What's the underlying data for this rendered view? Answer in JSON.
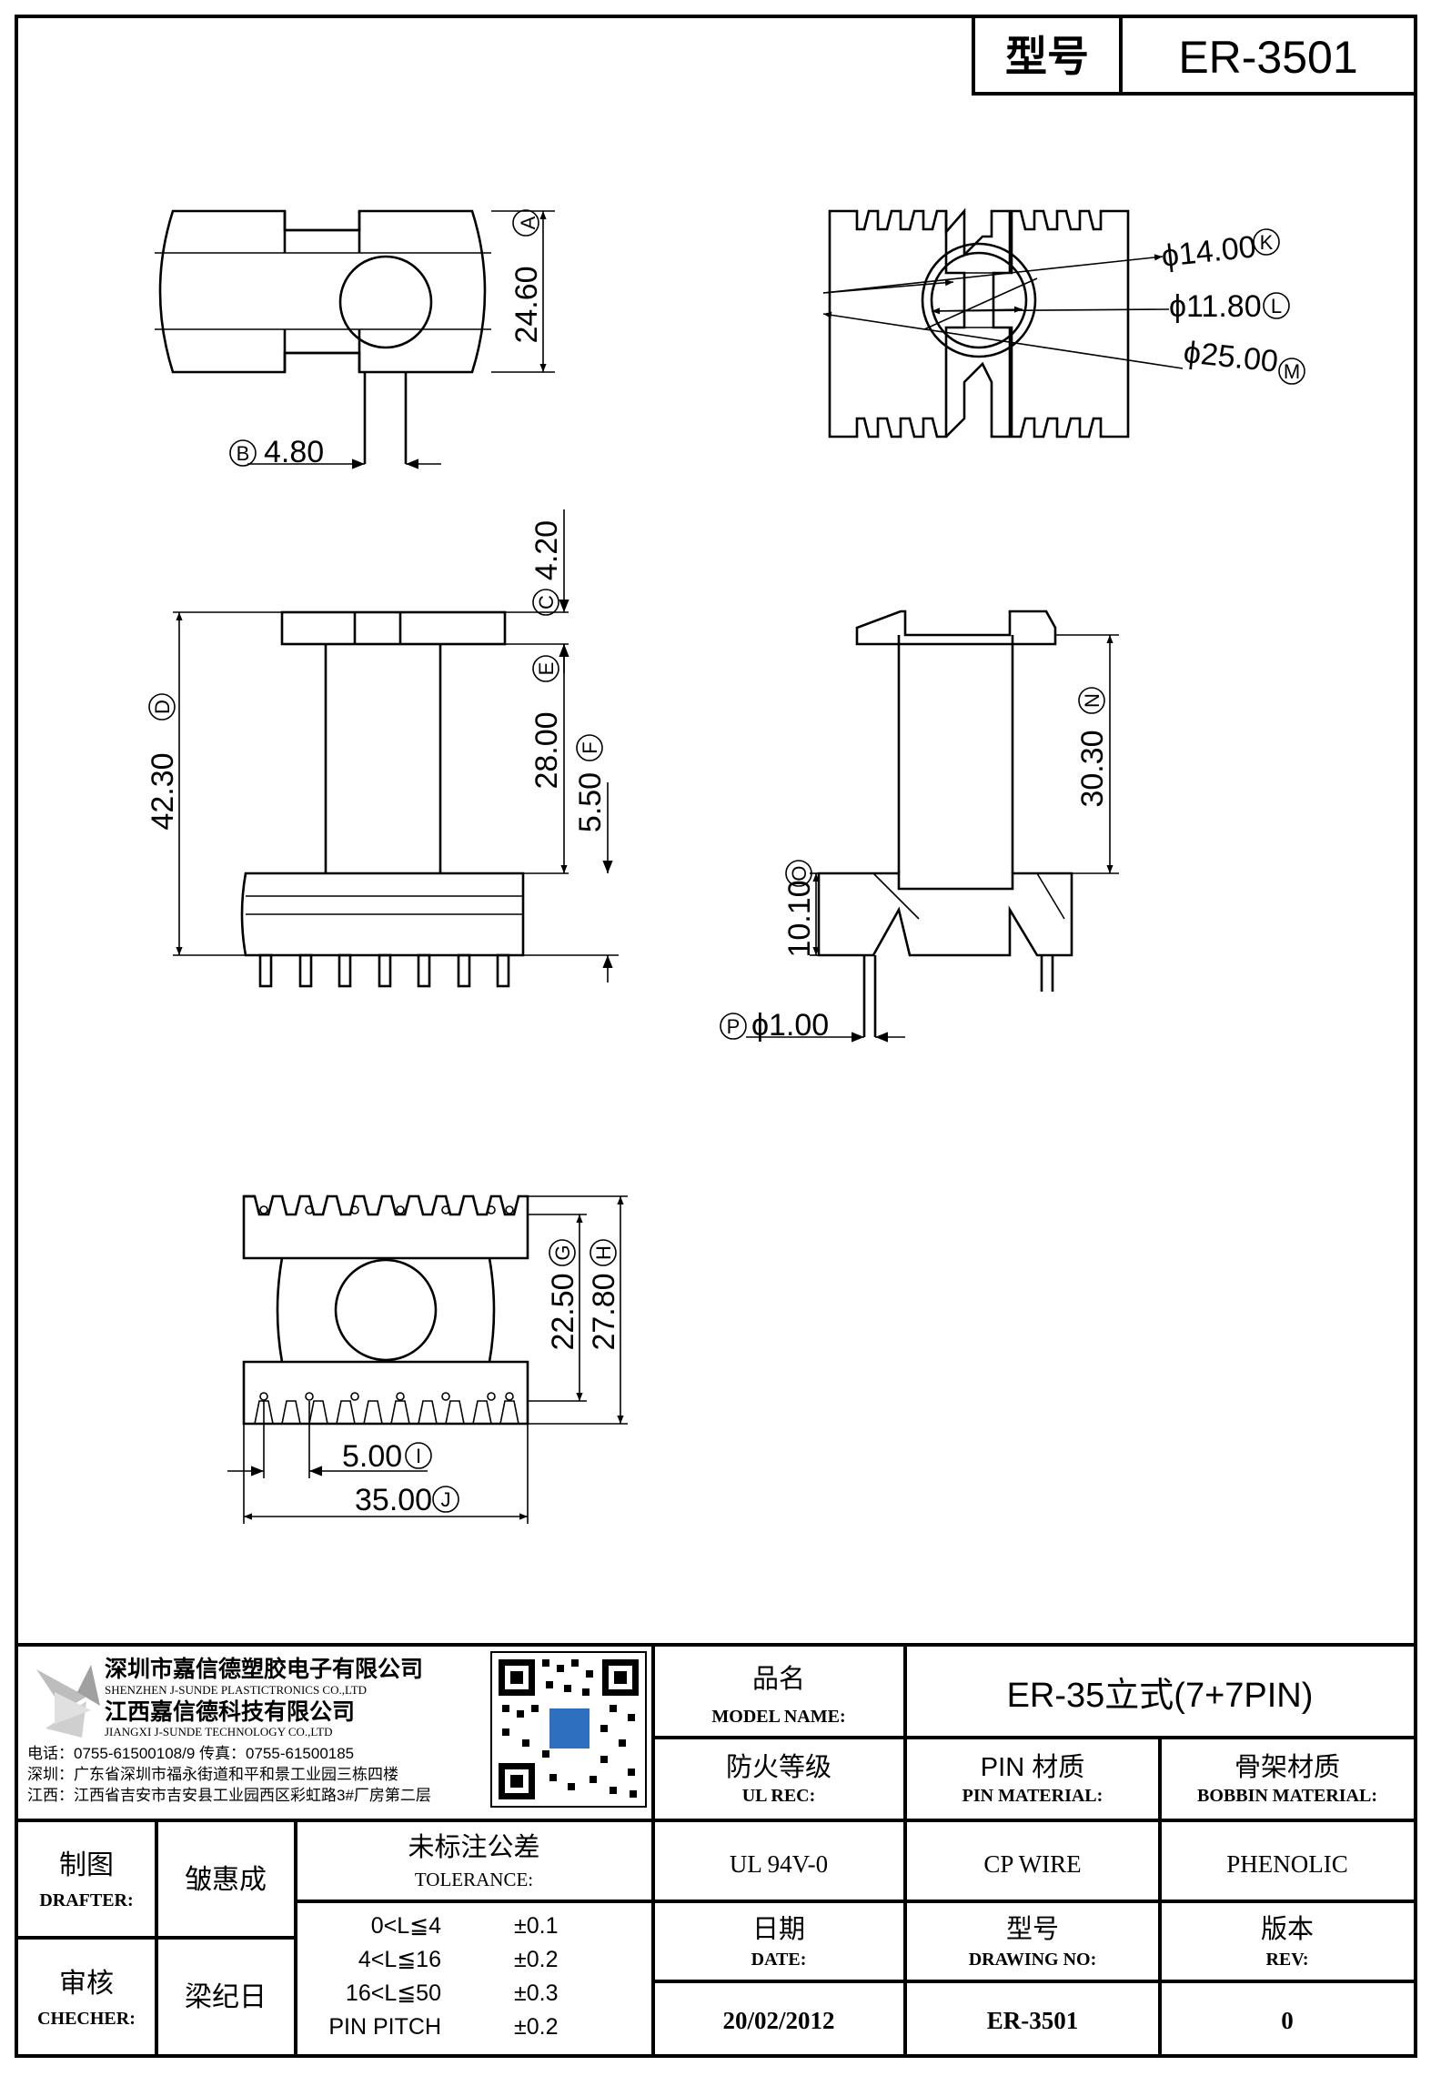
{
  "header": {
    "label": "型号",
    "value": "ER-3501"
  },
  "dims": {
    "A": {
      "letter": "A",
      "value": "24.60"
    },
    "B": {
      "letter": "B",
      "value": "4.80"
    },
    "C": {
      "letter": "C",
      "value": "4.20"
    },
    "D": {
      "letter": "D",
      "value": "42.30"
    },
    "E": {
      "letter": "E",
      "value": "28.00"
    },
    "F": {
      "letter": "F",
      "value": "5.50"
    },
    "G": {
      "letter": "G",
      "value": "22.50"
    },
    "H": {
      "letter": "H",
      "value": "27.80"
    },
    "I": {
      "letter": "I",
      "value": "5.00"
    },
    "J": {
      "letter": "J",
      "value": "35.00"
    },
    "K": {
      "letter": "K",
      "value": "ϕ14.00"
    },
    "L": {
      "letter": "L",
      "value": "ϕ11.80"
    },
    "M": {
      "letter": "M",
      "value": "ϕ25.00"
    },
    "N": {
      "letter": "N",
      "value": "30.30"
    },
    "O": {
      "letter": "O",
      "value": "10.10"
    },
    "P": {
      "letter": "P",
      "value": "ϕ1.00"
    }
  },
  "company": {
    "name_cn_1": "深圳市嘉信德塑胶电子有限公司",
    "name_en_1": "SHENZHEN J-SUNDE PLASTICTRONICS CO.,LTD",
    "name_cn_2": "江西嘉信德科技有限公司",
    "name_en_2": "JIANGXI J-SUNDE TECHNOLOGY CO.,LTD",
    "phone_line": "电话：0755-61500108/9      传真：0755-61500185",
    "addr_sz": "深圳：广东省深圳市福永街道和平和景工业园三栋四楼",
    "addr_jx": "江西：江西省吉安市吉安县工业园西区彩虹路3#厂房第二层"
  },
  "title_block": {
    "model_name_cn": "品名",
    "model_name_en": "MODEL NAME:",
    "model_name_value": "ER-35立式(7+7PIN)",
    "ul_cn": "防火等级",
    "ul_en": "UL REC:",
    "ul_value": "UL 94V-0",
    "pin_cn": "PIN 材质",
    "pin_en": "PIN MATERIAL:",
    "pin_value": "CP WIRE",
    "bobbin_cn": "骨架材质",
    "bobbin_en": "BOBBIN MATERIAL:",
    "bobbin_value": "PHENOLIC",
    "drafter_cn": "制图",
    "drafter_en": "DRAFTER:",
    "drafter_name": "皱惠成",
    "checker_cn": "审核",
    "checker_en": "CHECHER:",
    "checker_name": "梁纪日",
    "tolerance_cn": "未标注公差",
    "tolerance_en": "TOLERANCE:",
    "tolerances": [
      {
        "range": "0<L≦4",
        "value": "±0.1"
      },
      {
        "range": "4<L≦16",
        "value": "±0.2"
      },
      {
        "range": "16<L≦50",
        "value": "±0.3"
      },
      {
        "range": "PIN PITCH",
        "value": "±0.2"
      }
    ],
    "date_cn": "日期",
    "date_en": "DATE:",
    "date_value": "20/02/2012",
    "drawing_cn": "型号",
    "drawing_en": "DRAWING NO:",
    "drawing_value": "ER-3501",
    "rev_cn": "版本",
    "rev_en": "REV:",
    "rev_value": "0"
  }
}
